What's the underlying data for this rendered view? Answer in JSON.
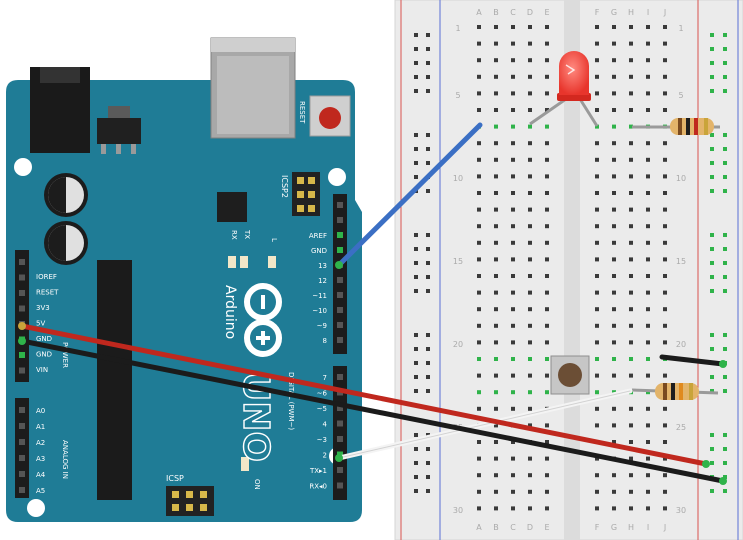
{
  "arduino": {
    "brand": "Arduino",
    "model": "UNO",
    "reset_label": "RESET",
    "icsp2_label": "ICSP2",
    "icsp_label": "ICSP",
    "on_label": "ON",
    "led_l": "L",
    "led_tx": "TX",
    "led_rx": "RX",
    "power_header_label": "POWER",
    "analog_header_label": "ANALOG IN",
    "digital_header_label": "DIGITAL (PWM~)",
    "power_pins": [
      "IOREF",
      "RESET",
      "3V3",
      "5V",
      "GND",
      "GND",
      "VIN"
    ],
    "analog_pins": [
      "A0",
      "A1",
      "A2",
      "A3",
      "A4",
      "A5"
    ],
    "digital_upper_pins": [
      "AREF",
      "GND",
      "13",
      "12",
      "~11",
      "~10",
      "~9",
      "8"
    ],
    "digital_lower_pins": [
      "7",
      "~6",
      "~5",
      "4",
      "~3",
      "2",
      "TX▸1",
      "RX◂0"
    ]
  },
  "breadboard": {
    "column_letters_left": [
      "A",
      "B",
      "C",
      "D",
      "E"
    ],
    "column_letters_right": [
      "F",
      "G",
      "H",
      "I",
      "J"
    ],
    "row_numbers": [
      "1",
      "5",
      "10",
      "15",
      "20",
      "25",
      "30"
    ]
  },
  "colors": {
    "board": "#1f7c96",
    "wire_blue": "#3b6fc4",
    "wire_red": "#c0281e",
    "wire_black": "#1b1b1b",
    "wire_white": "#f2f2f2",
    "led": "#e8352c",
    "connected_hole": "#2fb34a"
  }
}
